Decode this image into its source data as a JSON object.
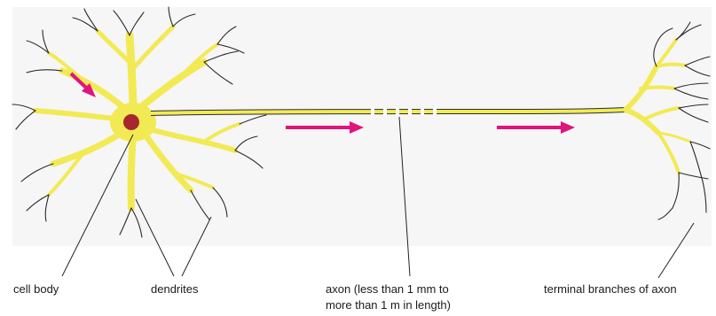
{
  "labels": {
    "cell_body": "cell body",
    "dendrites": "dendrites",
    "axon_line1": "axon (less than 1 mm to",
    "axon_line2": "more than 1 m in length)",
    "terminal": "terminal branches of axon"
  },
  "colors": {
    "background_panel": "#f6f6f6",
    "membrane_yellow": "#f2ea55",
    "outline": "#2a2a2a",
    "nucleus": "#a8262e",
    "arrow_magenta": "#e0147c"
  }
}
